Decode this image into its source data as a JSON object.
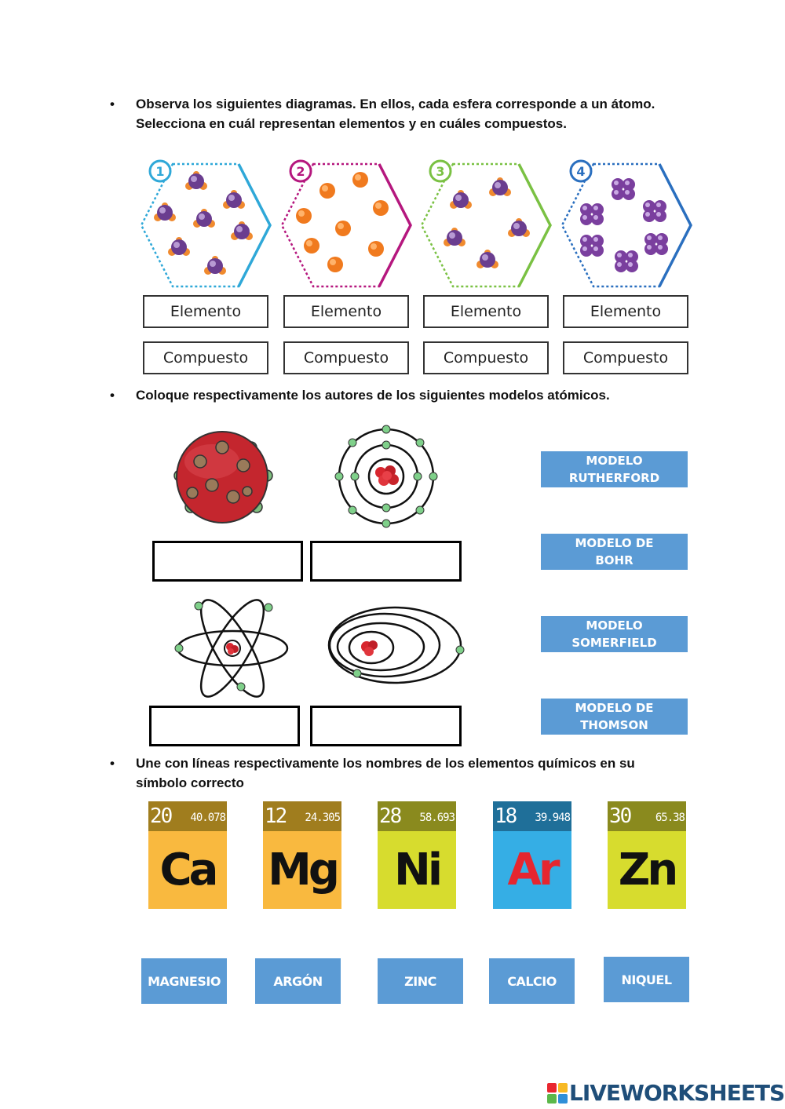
{
  "section1": {
    "instruction": "Observa los siguientes diagramas. En ellos, cada esfera corresponde a un átomo. Selecciona en cuál representan elementos y en cuáles compuestos.",
    "bullet": "•",
    "diagrams": [
      {
        "number": "1",
        "color": "#2fa8d8",
        "option_a": "Elemento",
        "option_b": "Compuesto"
      },
      {
        "number": "2",
        "color": "#b5177e",
        "option_a": "Elemento",
        "option_b": "Compuesto"
      },
      {
        "number": "3",
        "color": "#7ac143",
        "option_a": "Elemento",
        "option_b": "Compuesto"
      },
      {
        "number": "4",
        "color": "#2a6fbf",
        "option_a": "Elemento",
        "option_b": "Compuesto"
      }
    ]
  },
  "section2": {
    "instruction": "Coloque respectivamente los autores de los siguientes modelos atómicos.",
    "bullet": "•",
    "labels": [
      {
        "line1": "MODELO",
        "line2": "RUTHERFORD"
      },
      {
        "line1": "MODELO DE",
        "line2": "BOHR"
      },
      {
        "line1": "MODELO",
        "line2": "SOMERFIELD"
      },
      {
        "line1": "MODELO DE",
        "line2": "THOMSON"
      }
    ]
  },
  "section3": {
    "instruction": "Une con líneas respectivamente los nombres de los elementos químicos en su símbolo correcto",
    "bullet": "•",
    "elements": [
      {
        "number": "20",
        "mass": "40.078",
        "symbol": "Ca",
        "top_color": "#a07d1e",
        "bg_color": "#f9b93f",
        "symbol_color": "#111111"
      },
      {
        "number": "12",
        "mass": "24.305",
        "symbol": "Mg",
        "top_color": "#a07d1e",
        "bg_color": "#f9b93f",
        "symbol_color": "#111111"
      },
      {
        "number": "28",
        "mass": "58.693",
        "symbol": "Ni",
        "top_color": "#8a8a1e",
        "bg_color": "#d7dc2e",
        "symbol_color": "#111111"
      },
      {
        "number": "18",
        "mass": "39.948",
        "symbol": "Ar",
        "top_color": "#1f6f99",
        "bg_color": "#35aee5",
        "symbol_color": "#e5262f"
      },
      {
        "number": "30",
        "mass": "65.38",
        "symbol": "Zn",
        "top_color": "#8a8a1e",
        "bg_color": "#d7dc2e",
        "symbol_color": "#111111"
      }
    ],
    "names": [
      "MAGNESIO",
      "ARGÓN",
      "ZINC",
      "CALCIO",
      "NIQUEL"
    ]
  },
  "footer": {
    "logo_text": "LIVEWORKSHEETS",
    "logo_colors": [
      "#e9262f",
      "#f7b924",
      "#5bb84a",
      "#2f8fd8"
    ]
  }
}
